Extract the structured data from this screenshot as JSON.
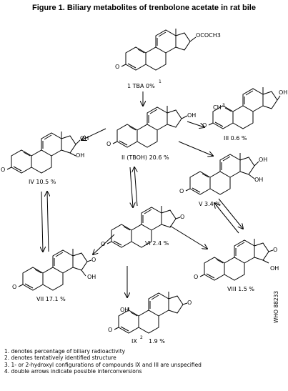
{
  "figure": {
    "title": "Figure 1. Biliary metabolites of trenbolone acetate in rat bile"
  },
  "compounds": {
    "tba": {
      "label": "1 TBA 0%",
      "footnote_mark": "1",
      "substituent": "OCOCH3"
    },
    "ii": {
      "label": "II (TBOH) 20.6 %",
      "substituent": "OH"
    },
    "iii": {
      "label": "III 0.6 %",
      "methyl": "CH",
      "methyl_sub": "3",
      "substituent": "OH"
    },
    "iv": {
      "label": "IV 10.5 %",
      "substituent_top": "OH",
      "substituent_bottom": "OH"
    },
    "v": {
      "label": "V 3.4 %",
      "substituent_top": "OH",
      "substituent_bottom": "OH"
    },
    "vi": {
      "label": "VI 2.4 %"
    },
    "vii": {
      "label": "VII 17.1 %",
      "substituent": "OH"
    },
    "viii": {
      "label": "VIII 1.5 %",
      "substituent": "OH"
    },
    "ix": {
      "label_prefix": "IX",
      "footnote_mark": "2",
      "label_value": "1.9 %",
      "substituent": "OH"
    }
  },
  "footnotes": [
    "1. denotes percentage of biliary radioactivity",
    "2. denotes tentatively identified structure",
    "3. 1- or 2-hydroxyl configurations of compounds IX and III are unspecified",
    "4. double arrows indicate possible interconversions"
  ],
  "watermark": "WHO 88233"
}
